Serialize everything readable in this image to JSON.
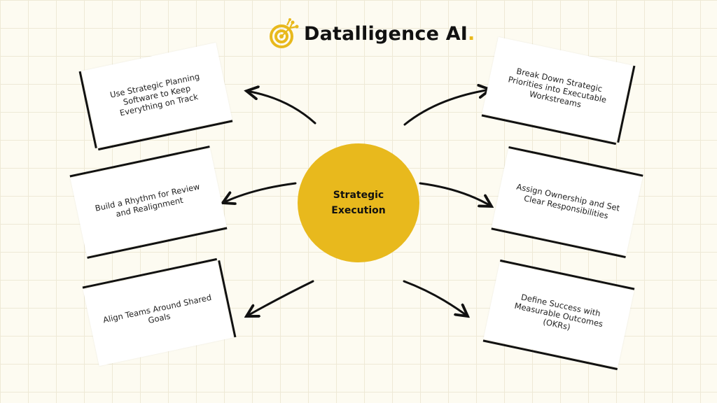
{
  "brand": {
    "name": "Datalligence AI",
    "dot": ".",
    "accent_color": "#e8b91d",
    "logo_icon": "target-circuit-icon"
  },
  "center": {
    "label": "Strategic\nExecution",
    "color": "#e8b91d"
  },
  "cards": [
    {
      "text": "Use Strategic Planning Software to Keep Everything on Track"
    },
    {
      "text": "Build a Rhythm for Review and Realignment"
    },
    {
      "text": "Align Teams Around Shared Goals"
    },
    {
      "text": "Break Down Strategic Priorities into Executable Workstreams"
    },
    {
      "text": "Assign Ownership and Set Clear Responsibilities"
    },
    {
      "text": "Define Success with Measurable Outcomes (OKRs)"
    }
  ]
}
